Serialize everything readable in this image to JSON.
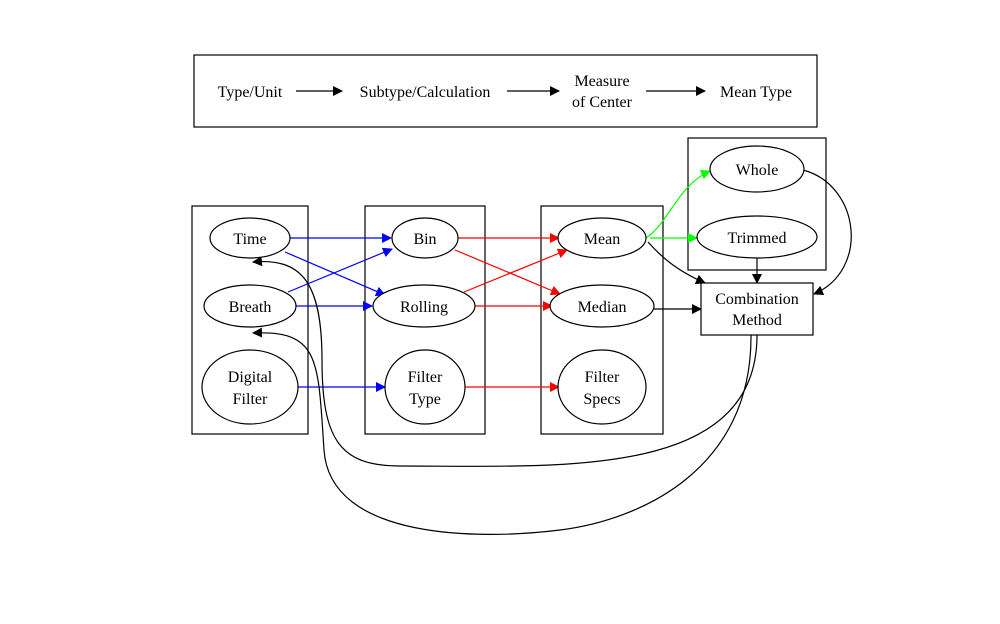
{
  "legend": {
    "step1": "Type/Unit",
    "step2": "Subtype/Calculation",
    "step3_line1": "Measure",
    "step3_line2": "of Center",
    "step4": "Mean Type"
  },
  "nodes": {
    "time": "Time",
    "breath": "Breath",
    "digital_filter_line1": "Digital",
    "digital_filter_line2": "Filter",
    "bin": "Bin",
    "rolling": "Rolling",
    "filter_type_line1": "Filter",
    "filter_type_line2": "Type",
    "mean": "Mean",
    "median": "Median",
    "filter_specs_line1": "Filter",
    "filter_specs_line2": "Specs",
    "whole": "Whole",
    "trimmed": "Trimmed",
    "combination_line1": "Combination",
    "combination_line2": "Method"
  },
  "colors": {
    "subtype_edges": "#0000ff",
    "measure_edges": "#ff0000",
    "mean_type_edges": "#00ff00",
    "default_edges": "#000000"
  }
}
